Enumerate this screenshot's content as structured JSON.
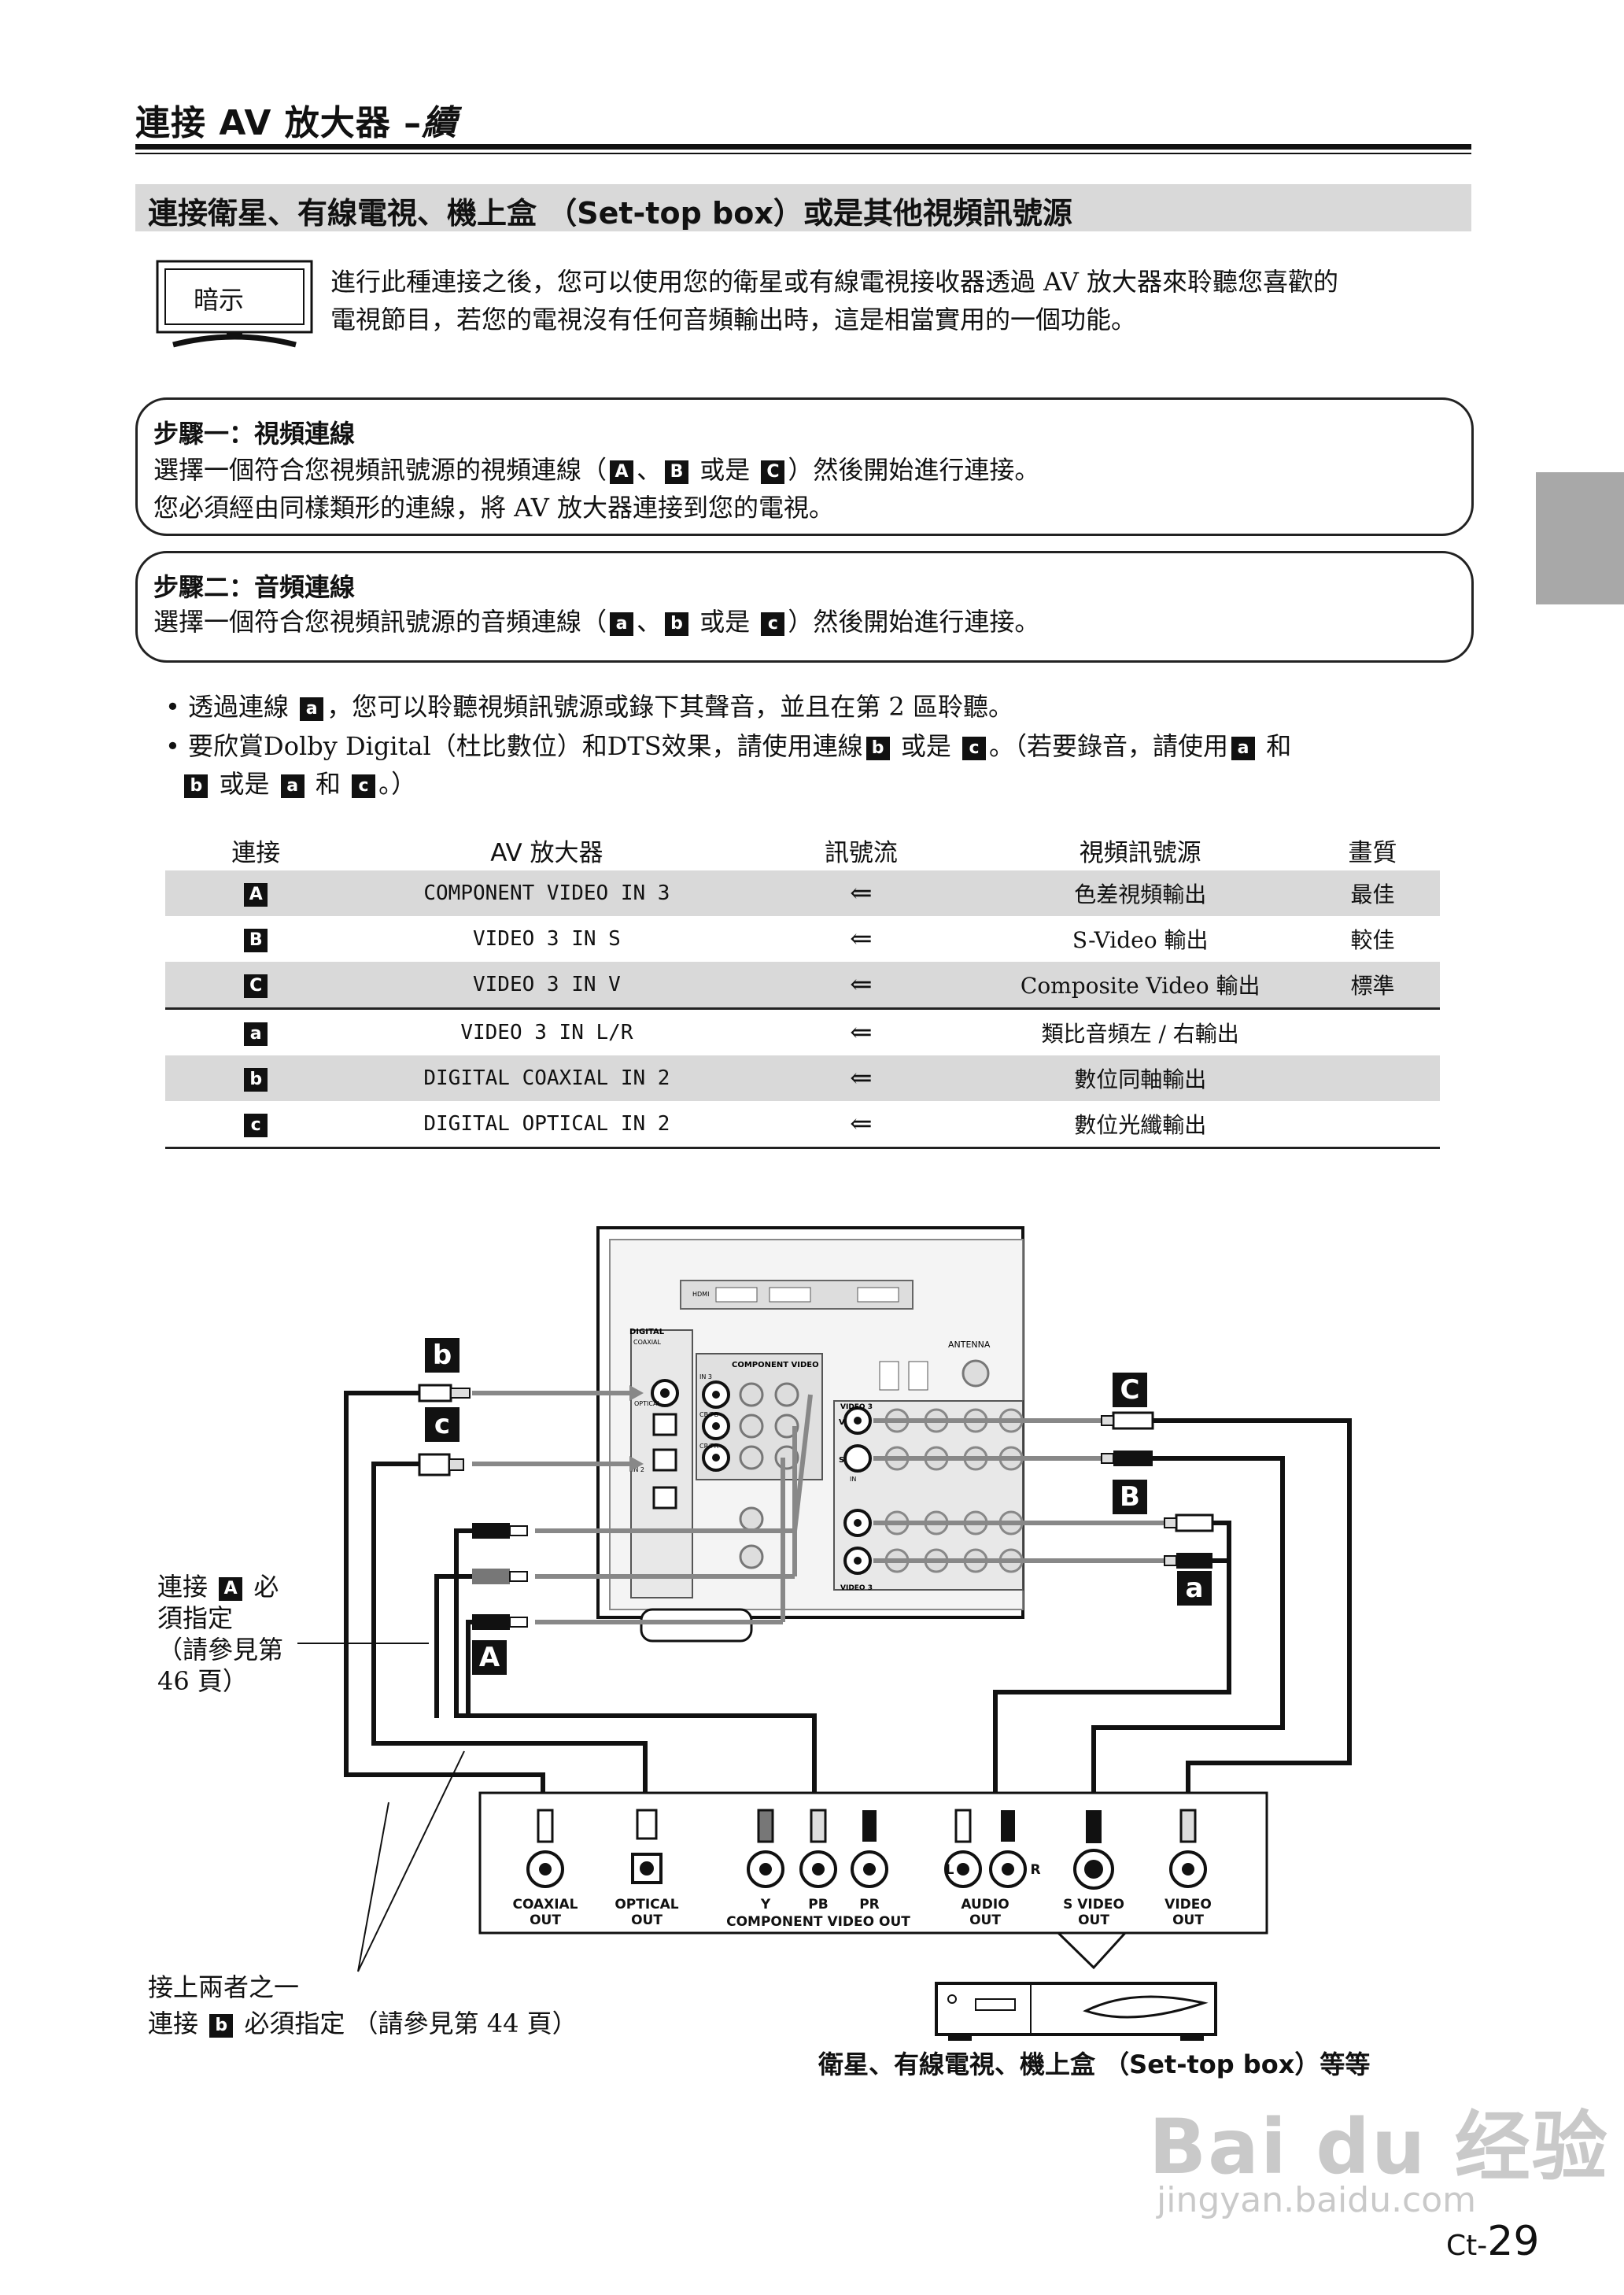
{
  "header": {
    "title_main": "連接 AV 放大器 –",
    "title_cont": "續"
  },
  "section": {
    "heading": "連接衛星、有線電視、機上盒 （Set-top box）或是其他視頻訊號源"
  },
  "hint": {
    "icon_label": "暗示",
    "text_line1": "進行此種連接之後，您可以使用您的衛星或有線電視接收器透過 AV 放大器來聆聽您喜歡的",
    "text_line2": "電視節目，若您的電視沒有任何音頻輸出時，這是相當實用的一個功能。"
  },
  "step1": {
    "title": "步驟一：視頻連線",
    "line1_a": "選擇一個符合您視頻訊號源的視頻連線（",
    "line1_b": "、",
    "line1_c": " 或是 ",
    "line1_d": "）然後開始進行連接。",
    "line2": "您必須經由同樣類形的連線，將 AV 放大器連接到您的電視。"
  },
  "step2": {
    "title": "步驟二：音頻連線",
    "line1_a": "選擇一個符合您視頻訊號源的音頻連線（",
    "line1_b": "、",
    "line1_c": " 或是 ",
    "line1_d": "）然後開始進行連接。"
  },
  "bullets": {
    "b1_a": "透過連線",
    "b1_b": "，您可以聆聽視頻訊號源或錄下其聲音，並且在第 2 區聆聽。",
    "b2_a": "要欣賞Dolby Digital（杜比數位）和DTS效果，請使用連線",
    "b2_b": " 或是 ",
    "b2_c": "。（若要錄音，請使用",
    "b2_d": " 和",
    "b2_e": " 或是 ",
    "b2_f": " 和 ",
    "b2_g": "。）"
  },
  "badges": {
    "A": "A",
    "B": "B",
    "C": "C",
    "a": "a",
    "b": "b",
    "c": "c"
  },
  "table": {
    "headers": [
      "連接",
      "AV 放大器",
      "訊號流",
      "視頻訊號源",
      "畫質"
    ],
    "rows": [
      {
        "conn": "A",
        "amp": "COMPONENT VIDEO IN 3",
        "flow": "⇐",
        "src": "色差視頻輸出",
        "quality": "最佳"
      },
      {
        "conn": "B",
        "amp": "VIDEO 3 IN S",
        "flow": "⇐",
        "src": "S-Video 輸出",
        "quality": "較佳"
      },
      {
        "conn": "C",
        "amp": "VIDEO 3 IN V",
        "flow": "⇐",
        "src": "Composite Video 輸出",
        "quality": "標準"
      },
      {
        "conn": "a",
        "amp": "VIDEO 3 IN L/R",
        "flow": "⇐",
        "src": "類比音頻左 / 右輸出",
        "quality": ""
      },
      {
        "conn": "b",
        "amp": "DIGITAL COAXIAL IN 2",
        "flow": "⇐",
        "src": "數位同軸輸出",
        "quality": ""
      },
      {
        "conn": "c",
        "amp": "DIGITAL OPTICAL IN 2",
        "flow": "⇐",
        "src": "數位光纖輸出",
        "quality": ""
      }
    ]
  },
  "diagram": {
    "note_left": [
      "連接",
      "必",
      "須指定",
      "（請參見第",
      "46 頁）"
    ],
    "note_bottom1": "接上兩者之一",
    "note_bottom2_a": "連接",
    "note_bottom2_b": "必須指定 （請參見第 44 頁）",
    "device_caption": "衛星、有線電視、機上盒 （Set-top box）等等",
    "amp_labels": {
      "digital": "DIGITAL",
      "coaxial": "COAXIAL",
      "optical": "OPTICAL",
      "component_video": "COMPONENT VIDEO",
      "antenna": "ANTENNA",
      "hdmi": "HDMI",
      "video3": "VIDEO 3",
      "y": "Y",
      "cbpb": "CB/PB",
      "crpr": "CR/PR",
      "in": "IN",
      "in2": "IN 2",
      "in3": "IN 3",
      "s": "S",
      "v": "V"
    },
    "outputs": [
      {
        "label1": "COAXIAL",
        "label2": "OUT"
      },
      {
        "label1": "OPTICAL",
        "label2": "OUT"
      },
      {
        "label1": "Y",
        "label2": ""
      },
      {
        "label1": "PB",
        "label2": ""
      },
      {
        "label1": "PR",
        "label2": ""
      },
      {
        "label1": "AUDIO",
        "label2": "OUT"
      },
      {
        "label1": "S VIDEO",
        "label2": "OUT"
      },
      {
        "label1": "VIDEO",
        "label2": "OUT"
      }
    ],
    "component_out_label": "COMPONENT VIDEO OUT",
    "audio_l": "L",
    "audio_r": "R"
  },
  "watermark": "Bai du 经验",
  "watermark_url": "jingyan.baidu.com",
  "page_number": {
    "prefix": "Ct-",
    "number": "29"
  }
}
